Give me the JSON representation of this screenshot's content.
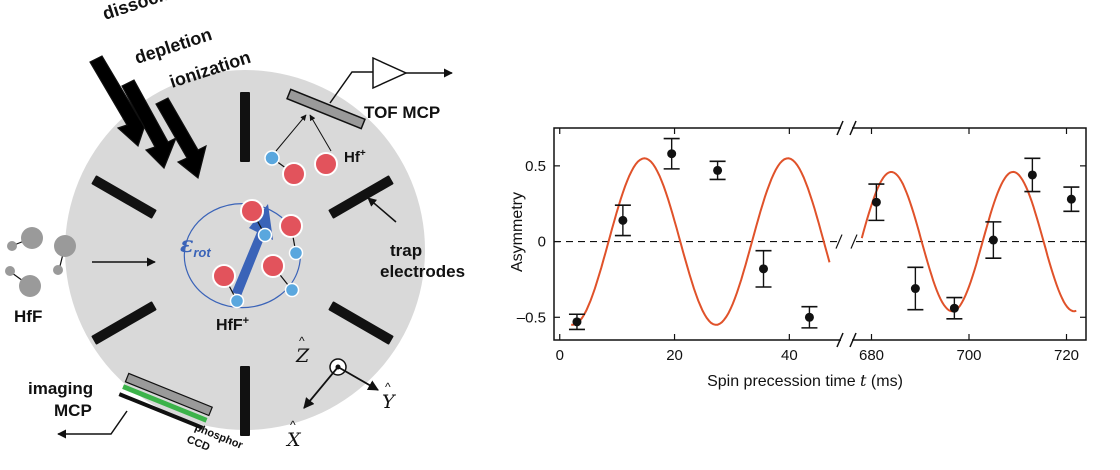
{
  "schematic": {
    "beams": [
      {
        "label": "dissociation",
        "color": "#7f3fa8"
      },
      {
        "label": "depletion",
        "color": "#e8892e"
      },
      {
        "label": "ionization",
        "color": "#f2c12e"
      }
    ],
    "tof_label": "TOF MCP",
    "hf_plus": "Hf",
    "hf_plus_charge": "+",
    "hff_plus": "HfF",
    "hff_plus_charge": "+",
    "hff_label": "HfF",
    "trap_label_1": "trap",
    "trap_label_2": "electrodes",
    "imaging_label_1": "imaging",
    "imaging_label_2": "MCP",
    "phosphor_label": "phosphor",
    "ccd_label": "CCD",
    "erot_symbol": "ε",
    "erot_subscript": "rot",
    "axis_z": "Z",
    "axis_y": "Y",
    "axis_x": "X",
    "colors": {
      "chamber": "#d9d9d9",
      "atom_red": "#e2535c",
      "atom_blue": "#5aa7de",
      "atom_gray": "#9a9a9a",
      "field_arrow": "#3a63b8",
      "phosphor": "#3cb34a"
    }
  },
  "chart_data": {
    "type": "scatter",
    "title": "",
    "xlabel_prefix": "Spin precession time ",
    "xlabel_var": "t",
    "xlabel_suffix": " (ms)",
    "ylabel": "Asymmetry",
    "ylim": [
      -0.65,
      0.75
    ],
    "y_ticks": [
      0.5,
      0,
      -0.5
    ],
    "y_tick_labels": [
      "0.5",
      "0",
      "–0.5"
    ],
    "axis_break": true,
    "zero_reference_line": "dashed",
    "fit_color": "#e0522a",
    "segments": [
      {
        "xlim": [
          -1,
          49
        ],
        "x_ticks": [
          0,
          20,
          40
        ],
        "x_tick_labels": [
          "0",
          "20",
          "40"
        ],
        "points": [
          {
            "x": 3.0,
            "y": -0.53,
            "err": 0.05
          },
          {
            "x": 11.0,
            "y": 0.14,
            "err": 0.1
          },
          {
            "x": 19.5,
            "y": 0.58,
            "err": 0.1
          },
          {
            "x": 27.5,
            "y": 0.47,
            "err": 0.06
          },
          {
            "x": 35.5,
            "y": -0.18,
            "err": 0.12
          },
          {
            "x": 43.5,
            "y": -0.5,
            "err": 0.07
          }
        ],
        "fit": {
          "amplitude": 0.55,
          "period_ms": 25.0,
          "zero_crossing_ms": 8.5,
          "x_range": [
            2,
            47
          ]
        }
      },
      {
        "xlim": [
          676,
          724
        ],
        "x_ticks": [
          680,
          700,
          720
        ],
        "x_tick_labels": [
          "680",
          "700",
          "720"
        ],
        "points": [
          {
            "x": 681.0,
            "y": 0.26,
            "err": 0.12
          },
          {
            "x": 689.0,
            "y": -0.31,
            "err": 0.14
          },
          {
            "x": 697.0,
            "y": -0.44,
            "err": 0.07
          },
          {
            "x": 705.0,
            "y": 0.01,
            "err": 0.12
          },
          {
            "x": 713.0,
            "y": 0.44,
            "err": 0.11
          },
          {
            "x": 721.0,
            "y": 0.28,
            "err": 0.08
          }
        ],
        "fit": {
          "amplitude": 0.46,
          "period_ms": 25.0,
          "zero_crossing_ms": 702.8,
          "x_range": [
            678,
            722
          ]
        }
      }
    ]
  }
}
